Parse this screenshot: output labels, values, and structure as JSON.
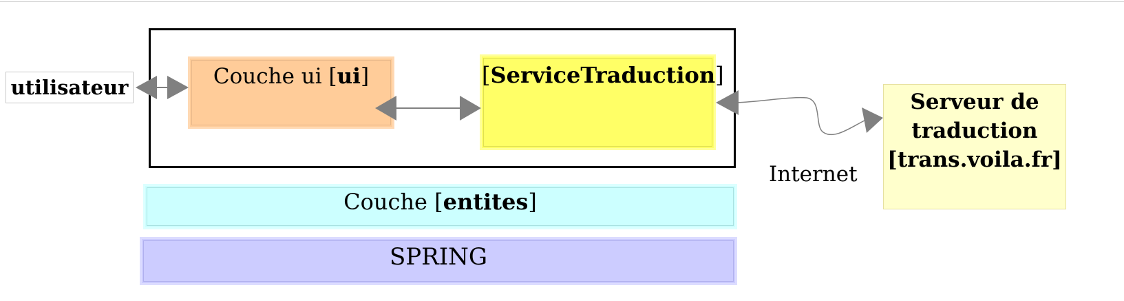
{
  "diagram": {
    "utilisateur": "utilisateur",
    "ui_layer": {
      "prefix": "Couche ui [",
      "bold": "ui",
      "suffix": "]"
    },
    "service": {
      "prefix": "[",
      "bold": "ServiceTraduction",
      "suffix": "]"
    },
    "entites_layer": {
      "prefix": "Couche [",
      "bold": "entites",
      "suffix": "]"
    },
    "spring": "SPRING",
    "server": {
      "line1": "Serveur de",
      "line2": "traduction",
      "line3": "[trans.voila.fr]"
    },
    "network_label": "Internet",
    "colors": {
      "ui_fill": "#ffcc99",
      "service_fill": "#ffff66",
      "server_fill": "#ffffcc",
      "entites_fill": "#ccffff",
      "spring_fill": "#ccccff",
      "arrow": "#808080"
    }
  }
}
